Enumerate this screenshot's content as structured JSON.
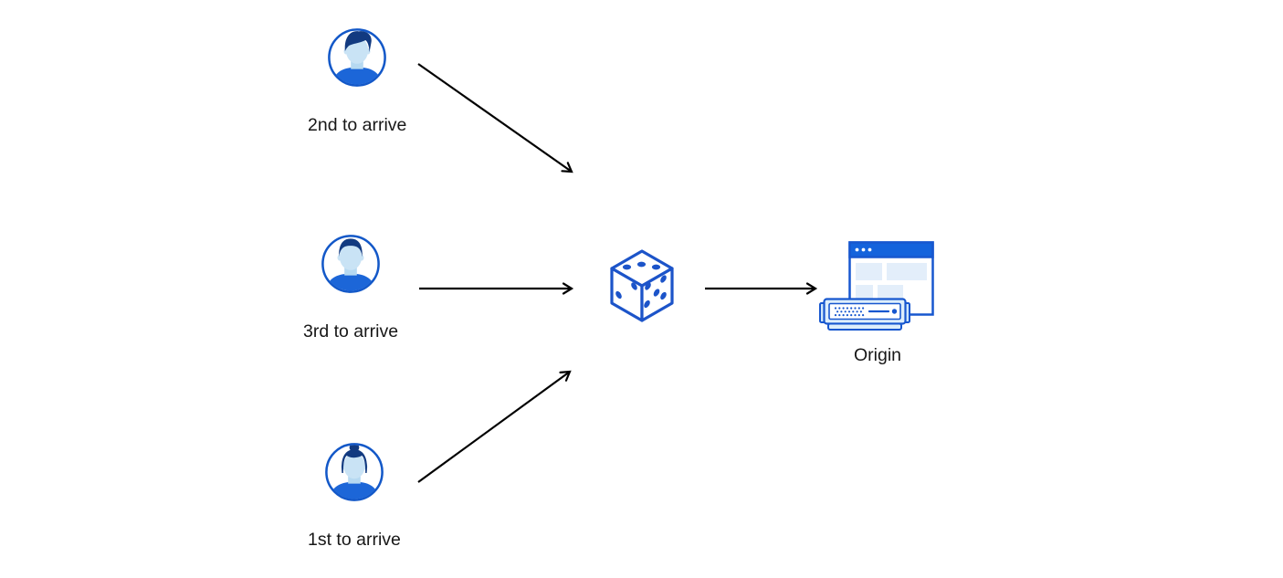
{
  "diagram": {
    "clients": [
      {
        "id": "client-2nd",
        "label": "2nd to arrive",
        "icon": "avatar-person-swept-hair-icon"
      },
      {
        "id": "client-3rd",
        "label": "3rd to arrive",
        "icon": "avatar-person-short-hair-icon"
      },
      {
        "id": "client-1st",
        "label": "1st to arrive",
        "icon": "avatar-person-bun-hair-icon"
      }
    ],
    "router": {
      "id": "dice",
      "label": "",
      "icon": "dice-icon"
    },
    "origin": {
      "id": "origin",
      "label": "Origin",
      "icon": "origin-server-browser-icon"
    },
    "edges": [
      {
        "from": "client-2nd",
        "to": "dice"
      },
      {
        "from": "client-3rd",
        "to": "dice"
      },
      {
        "from": "client-1st",
        "to": "dice"
      },
      {
        "from": "dice",
        "to": "origin"
      }
    ],
    "colors": {
      "outline_blue": "#1757cf",
      "title_bar_blue": "#1463dc",
      "light_blue_fill": "#ddeefb",
      "lighter_blue_fill": "#e3eefa",
      "hair_navy": "#123a80",
      "skin_light_blue": "#c9e3f5",
      "shirt_blue": "#1c66d8",
      "arrow_black": "#000000",
      "label_text": "#171717",
      "background": "#ffffff"
    }
  }
}
